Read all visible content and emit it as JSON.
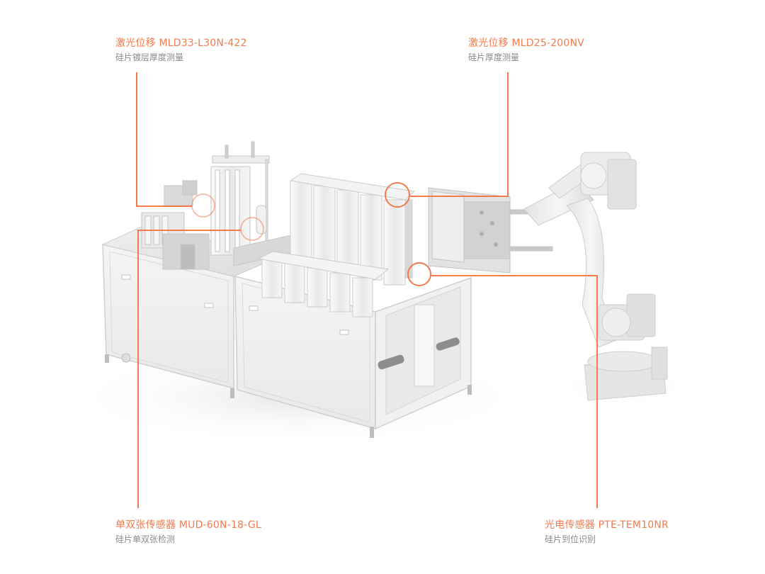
{
  "colors": {
    "accent": "#F47A4E",
    "description": "#8A8A8A",
    "background": "#FFFFFF",
    "panel": "#F1F1F1",
    "frame": "#D6D6D6",
    "shadow": "#E7E7E7"
  },
  "diagram": {
    "subject": "wafer-handling-machine-with-robot-arm",
    "callouts": [
      {
        "id": "top-left",
        "title": "激光位移 MLD33-L30N-422",
        "description": "硅片镀层厚度测量"
      },
      {
        "id": "top-right",
        "title": "激光位移 MLD25-200NV",
        "description": "硅片厚度测量"
      },
      {
        "id": "bottom-left",
        "title": "单双张传感器 MUD-60N-18-GL",
        "description": "硅片单双张检测"
      },
      {
        "id": "bottom-right",
        "title": "光电传感器 PTE-TEM10NR",
        "description": "硅片到位识别"
      }
    ]
  }
}
